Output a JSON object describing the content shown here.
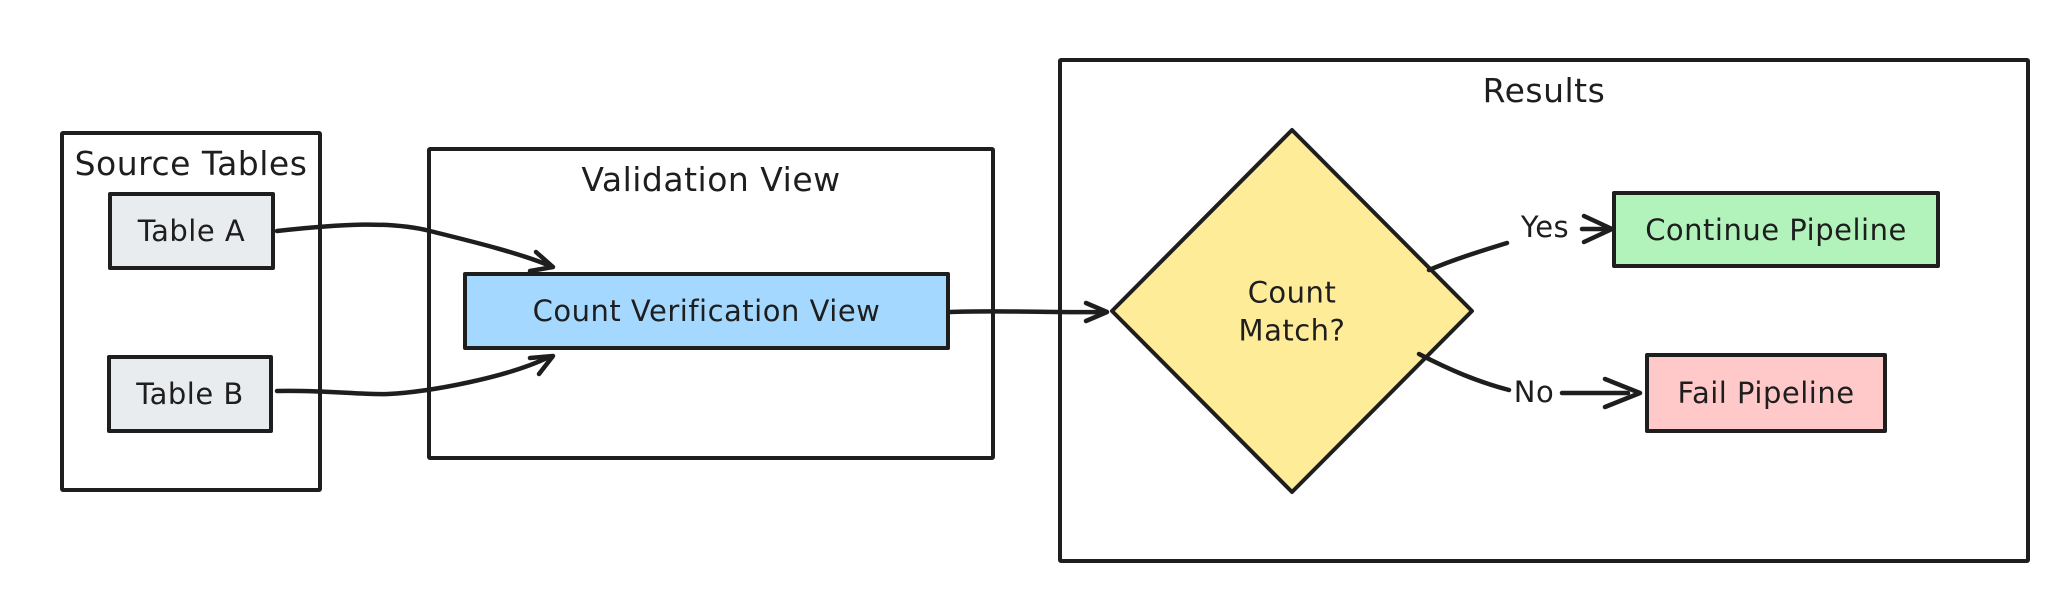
{
  "groups": {
    "source": {
      "title": "Source Tables"
    },
    "validation": {
      "title": "Validation View"
    },
    "results": {
      "title": "Results"
    }
  },
  "nodes": {
    "table_a": {
      "label": "Table A",
      "fill": "#e9ecef",
      "shape": "rectangle"
    },
    "table_b": {
      "label": "Table B",
      "fill": "#e9ecef",
      "shape": "rectangle"
    },
    "count_verification_view": {
      "label": "Count Verification View",
      "fill": "#a5d8ff",
      "shape": "rectangle"
    },
    "count_match": {
      "label": "Count Match?",
      "fill": "#ffec99",
      "shape": "diamond"
    },
    "continue_pipeline": {
      "label": "Continue Pipeline",
      "fill": "#b2f2bb",
      "shape": "rectangle"
    },
    "fail_pipeline": {
      "label": "Fail Pipeline",
      "fill": "#ffc9c9",
      "shape": "rectangle"
    }
  },
  "edge_labels": {
    "yes": "Yes",
    "no": "No"
  },
  "edges": [
    {
      "from": "Table A",
      "to": "Count Verification View",
      "label": ""
    },
    {
      "from": "Table B",
      "to": "Count Verification View",
      "label": ""
    },
    {
      "from": "Count Verification View",
      "to": "Count Match?",
      "label": ""
    },
    {
      "from": "Count Match?",
      "to": "Continue Pipeline",
      "label": "Yes"
    },
    {
      "from": "Count Match?",
      "to": "Fail Pipeline",
      "label": "No"
    }
  ],
  "colors": {
    "background": "#ffffff",
    "stroke": "#1e1e1e",
    "table_fill": "#e9ecef",
    "view_fill": "#a5d8ff",
    "decision_fill": "#ffec99",
    "success_fill": "#b2f2bb",
    "fail_fill": "#ffc9c9"
  }
}
